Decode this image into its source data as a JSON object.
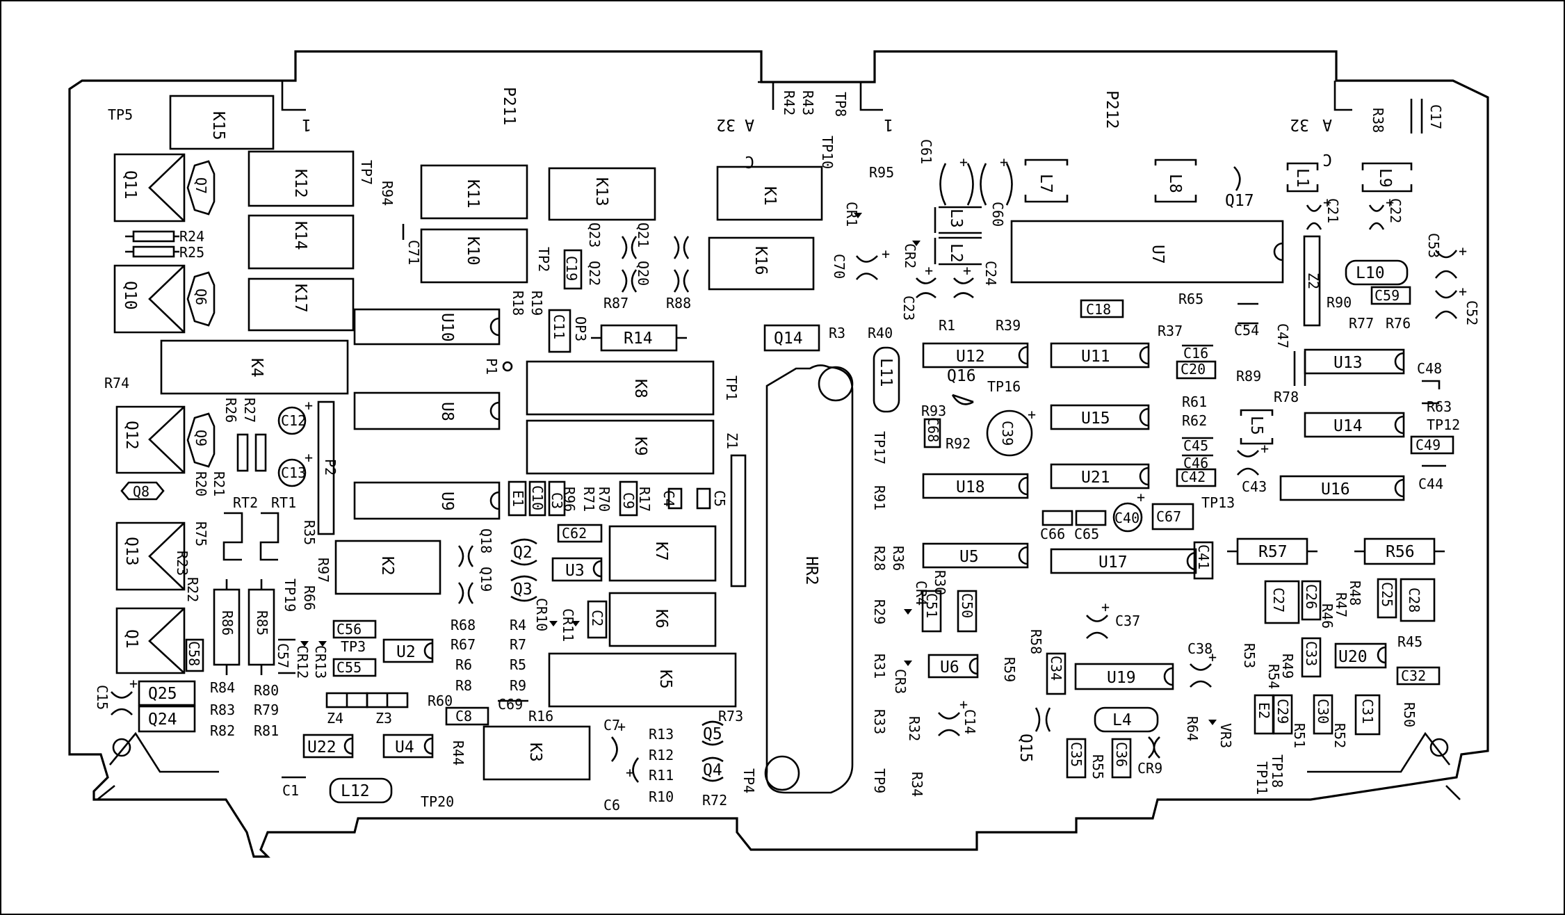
{
  "connectors": {
    "p211": {
      "ref": "P211",
      "pin1": "1",
      "pin32": "32",
      "row": "A",
      "row2": "C"
    },
    "p212": {
      "ref": "P212",
      "pin1": "1",
      "pin32": "32",
      "row": "A",
      "row2": "C"
    }
  },
  "relays": {
    "k15": "K15",
    "k12": "K12",
    "k14": "K14",
    "k17": "K17",
    "k11": "K11",
    "k10": "K10",
    "k13": "K13",
    "k1": "K1",
    "k16": "K16",
    "k4": "K4",
    "k8": "K8",
    "k9": "K9",
    "k7": "K7",
    "k6": "K6",
    "k5": "K5",
    "k2": "K2",
    "k3": "K3"
  },
  "ics": {
    "u7": "U7",
    "u10": "U10",
    "u8": "U8",
    "u9": "U9",
    "u12": "U12",
    "u11": "U11",
    "u15": "U15",
    "u21": "U21",
    "u18": "U18",
    "u5": "U5",
    "u17": "U17",
    "u13": "U13",
    "u14": "U14",
    "u16": "U16",
    "u19": "U19",
    "u3": "U3",
    "u2": "U2",
    "u22": "U22",
    "u4": "U4",
    "u6": "U6",
    "u20": "U20",
    "hr2": "HR2"
  },
  "transistors": {
    "q11": "Q11",
    "q7": "Q7",
    "q10": "Q10",
    "q6": "Q6",
    "q12": "Q12",
    "q9": "Q9",
    "q8": "Q8",
    "q13": "Q13",
    "q1": "Q1",
    "q25": "Q25",
    "q24": "Q24",
    "q14": "Q14",
    "q16": "Q16",
    "q17": "Q17",
    "q15": "Q15",
    "q2": "Q2",
    "q3": "Q3",
    "q4": "Q4",
    "q5": "Q5",
    "q18": "Q18",
    "q19": "Q19",
    "q20": "Q20",
    "q21": "Q21",
    "q22": "Q22",
    "q23": "Q23"
  },
  "capacitors": {
    "c61": "C61",
    "c60": "C60",
    "c70": "C70",
    "c24": "C24",
    "c23": "C23",
    "c21": "C21",
    "c22": "C22",
    "c53": "C53",
    "c52": "C52",
    "c17": "C17",
    "c19": "C19",
    "c11": "C11",
    "c18": "C18",
    "c59": "C59",
    "c54": "C54",
    "c16": "C16",
    "c20": "C20",
    "c47": "C47",
    "c48": "C48",
    "c68": "C68",
    "c39": "C39",
    "c45": "C45",
    "c46": "C46",
    "c42": "C42",
    "c43": "C43",
    "c49": "C49",
    "c44": "C44",
    "c12": "C12",
    "c13": "C13",
    "c10": "C10",
    "c3": "C3",
    "c9": "C9",
    "c4": "C4",
    "c5": "C5",
    "c62": "C62",
    "c66": "C66",
    "c65": "C65",
    "c40": "C40",
    "c67": "C67",
    "c41": "C41",
    "c2": "C2",
    "c51": "C51",
    "c50": "C50",
    "c37": "C37",
    "c34": "C34",
    "c38": "C38",
    "c27": "C27",
    "c26": "C26",
    "c25": "C25",
    "c28": "C28",
    "c33": "C33",
    "c32": "C32",
    "c29": "C29",
    "c30": "C30",
    "c31": "C31",
    "c56": "C56",
    "c55": "C55",
    "c57": "C57",
    "c58": "C58",
    "c15": "C15",
    "c8": "C8",
    "c69": "C69",
    "c7": "C7",
    "c6": "C6",
    "c14": "C14",
    "c35": "C35",
    "c36": "C36",
    "c1": "C1",
    "c71": "C71"
  },
  "resistors": {
    "r38": "R38",
    "r95": "R95",
    "r42": "R42",
    "r43": "R43",
    "r94": "R94",
    "r24": "R24",
    "r25": "R25",
    "r18": "R18",
    "r19": "R19",
    "r87": "R87",
    "r88": "R88",
    "r14": "R14",
    "r3": "R3",
    "r40": "R40",
    "r1": "R1",
    "r39": "R39",
    "r65": "R65",
    "r90": "R90",
    "r77": "R77",
    "r76": "R76",
    "r37": "R37",
    "r89": "R89",
    "r78": "R78",
    "r63": "R63",
    "r61": "R61",
    "r62": "R62",
    "r93": "R93",
    "r92": "R92",
    "r74": "R74",
    "r26": "R26",
    "r27": "R27",
    "r20": "R20",
    "r21": "R21",
    "r75": "R75",
    "r35": "R35",
    "r23": "R23",
    "r22": "R22",
    "r97": "R97",
    "r66": "R66",
    "r96": "R96",
    "r71": "R71",
    "r70": "R70",
    "r17": "R17",
    "r91": "R91",
    "r28": "R28",
    "r36": "R36",
    "r30": "R30",
    "r29": "R29",
    "r57": "R57",
    "r56": "R56",
    "r48": "R48",
    "r47": "R47",
    "r46": "R46",
    "r45": "R45",
    "r53": "R53",
    "r49": "R49",
    "r54": "R54",
    "r58": "R58",
    "r59": "R59",
    "r31": "R31",
    "r64": "R64",
    "r51": "R51",
    "r52": "R52",
    "r50": "R50",
    "r33": "R33",
    "r32": "R32",
    "r55": "R55",
    "r34": "R34",
    "r86": "R86",
    "r85": "R85",
    "r84": "R84",
    "r80": "R80",
    "r83": "R83",
    "r79": "R79",
    "r82": "R82",
    "r81": "R81",
    "r68": "R68",
    "r67": "R67",
    "r6": "R6",
    "r8": "R8",
    "r60": "R60",
    "r16": "R16",
    "r44": "R44",
    "r4": "R4",
    "r7": "R7",
    "r5": "R5",
    "r9": "R9",
    "r13": "R13",
    "r12": "R12",
    "r11": "R11",
    "r10": "R10",
    "r73": "R73",
    "r72": "R72"
  },
  "inductors": {
    "l7": "L7",
    "l8": "L8",
    "l1": "L1",
    "l9": "L9",
    "l3": "L3",
    "l2": "L2",
    "l10": "L10",
    "l11": "L11",
    "l5": "L5",
    "l4": "L4",
    "l12": "L12"
  },
  "diodes": {
    "cr1": "CR1",
    "cr2": "CR2",
    "cr4": "CR4",
    "cr3": "CR3",
    "cr9": "CR9",
    "cr10": "CR10",
    "cr11": "CR11",
    "cr12": "CR12",
    "cr13": "CR13",
    "vr3": "VR3"
  },
  "misc": {
    "tp5": "TP5",
    "tp7": "TP7",
    "tp8": "TP8",
    "tp10": "TP10",
    "tp2": "TP2",
    "tp1": "TP1",
    "tp16": "TP16",
    "tp17": "TP17",
    "tp13": "TP13",
    "tp12": "TP12",
    "tp19": "TP19",
    "tp3": "TP3",
    "tp9": "TP9",
    "tp4": "TP4",
    "tp20": "TP20",
    "tp11": "TP11",
    "tp18": "TP18",
    "op3": "OP3",
    "p1": "P1",
    "p2": "P2",
    "z1": "Z1",
    "z2": "Z2",
    "z3": "Z3",
    "z4": "Z4",
    "rt1": "RT1",
    "rt2": "RT2",
    "e1": "E1",
    "e2": "E2"
  },
  "colors": {
    "line": "#000000",
    "background": "#ffffff"
  }
}
